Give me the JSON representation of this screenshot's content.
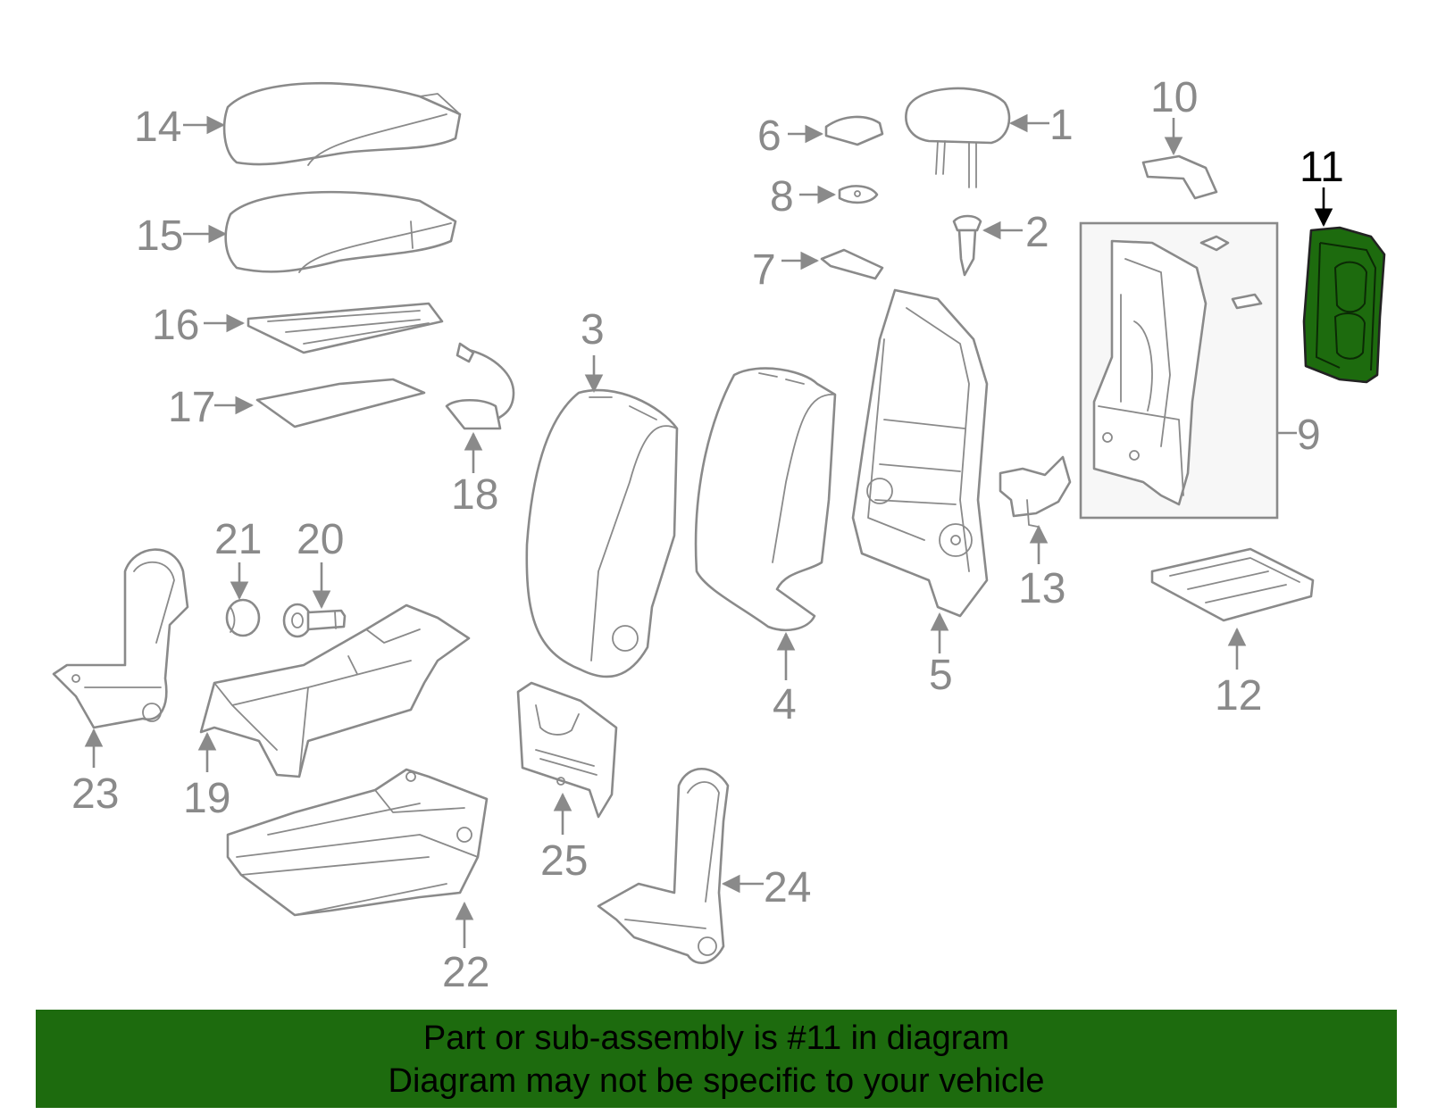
{
  "diagram": {
    "callouts": {
      "c1": "1",
      "c2": "2",
      "c3": "3",
      "c4": "4",
      "c5": "5",
      "c6": "6",
      "c7": "7",
      "c8": "8",
      "c9": "9",
      "c10": "10",
      "c11": "11",
      "c12": "12",
      "c13": "13",
      "c14": "14",
      "c15": "15",
      "c16": "16",
      "c17": "17",
      "c18": "18",
      "c19": "19",
      "c20": "20",
      "c21": "21",
      "c22": "22",
      "c23": "23",
      "c24": "24",
      "c25": "25"
    },
    "highlighted_part": "11",
    "highlight_color": "#1d6b0e",
    "line_color": "#8a8a8a"
  },
  "banner": {
    "line1": "Part or sub-assembly is #11 in diagram",
    "line2": "Diagram may not be specific to your vehicle",
    "background": "#1d6b0e"
  }
}
